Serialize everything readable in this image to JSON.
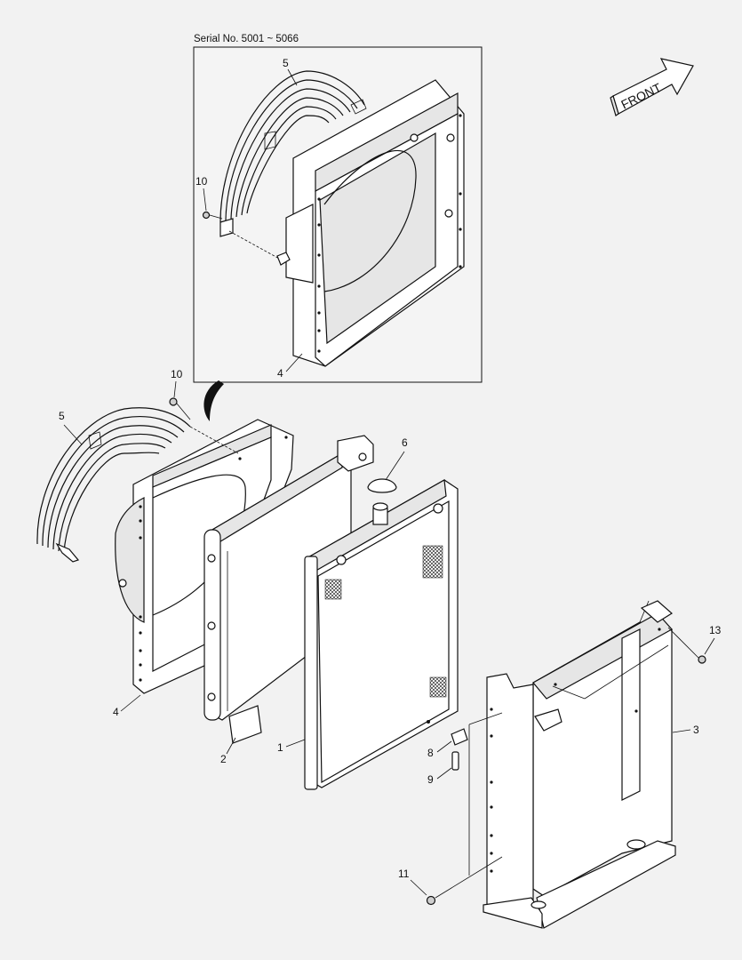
{
  "inset": {
    "serial_label": "Serial No.  5001 ~ 5066"
  },
  "front_label": "FRONT",
  "callouts": {
    "inset_5": "5",
    "inset_10": "10",
    "inset_4": "4",
    "main_10": "10",
    "main_5": "5",
    "main_6": "6",
    "main_13": "13",
    "main_3": "3",
    "main_4": "4",
    "main_2": "2",
    "main_1": "1",
    "main_8": "8",
    "main_9": "9",
    "main_11": "11"
  }
}
